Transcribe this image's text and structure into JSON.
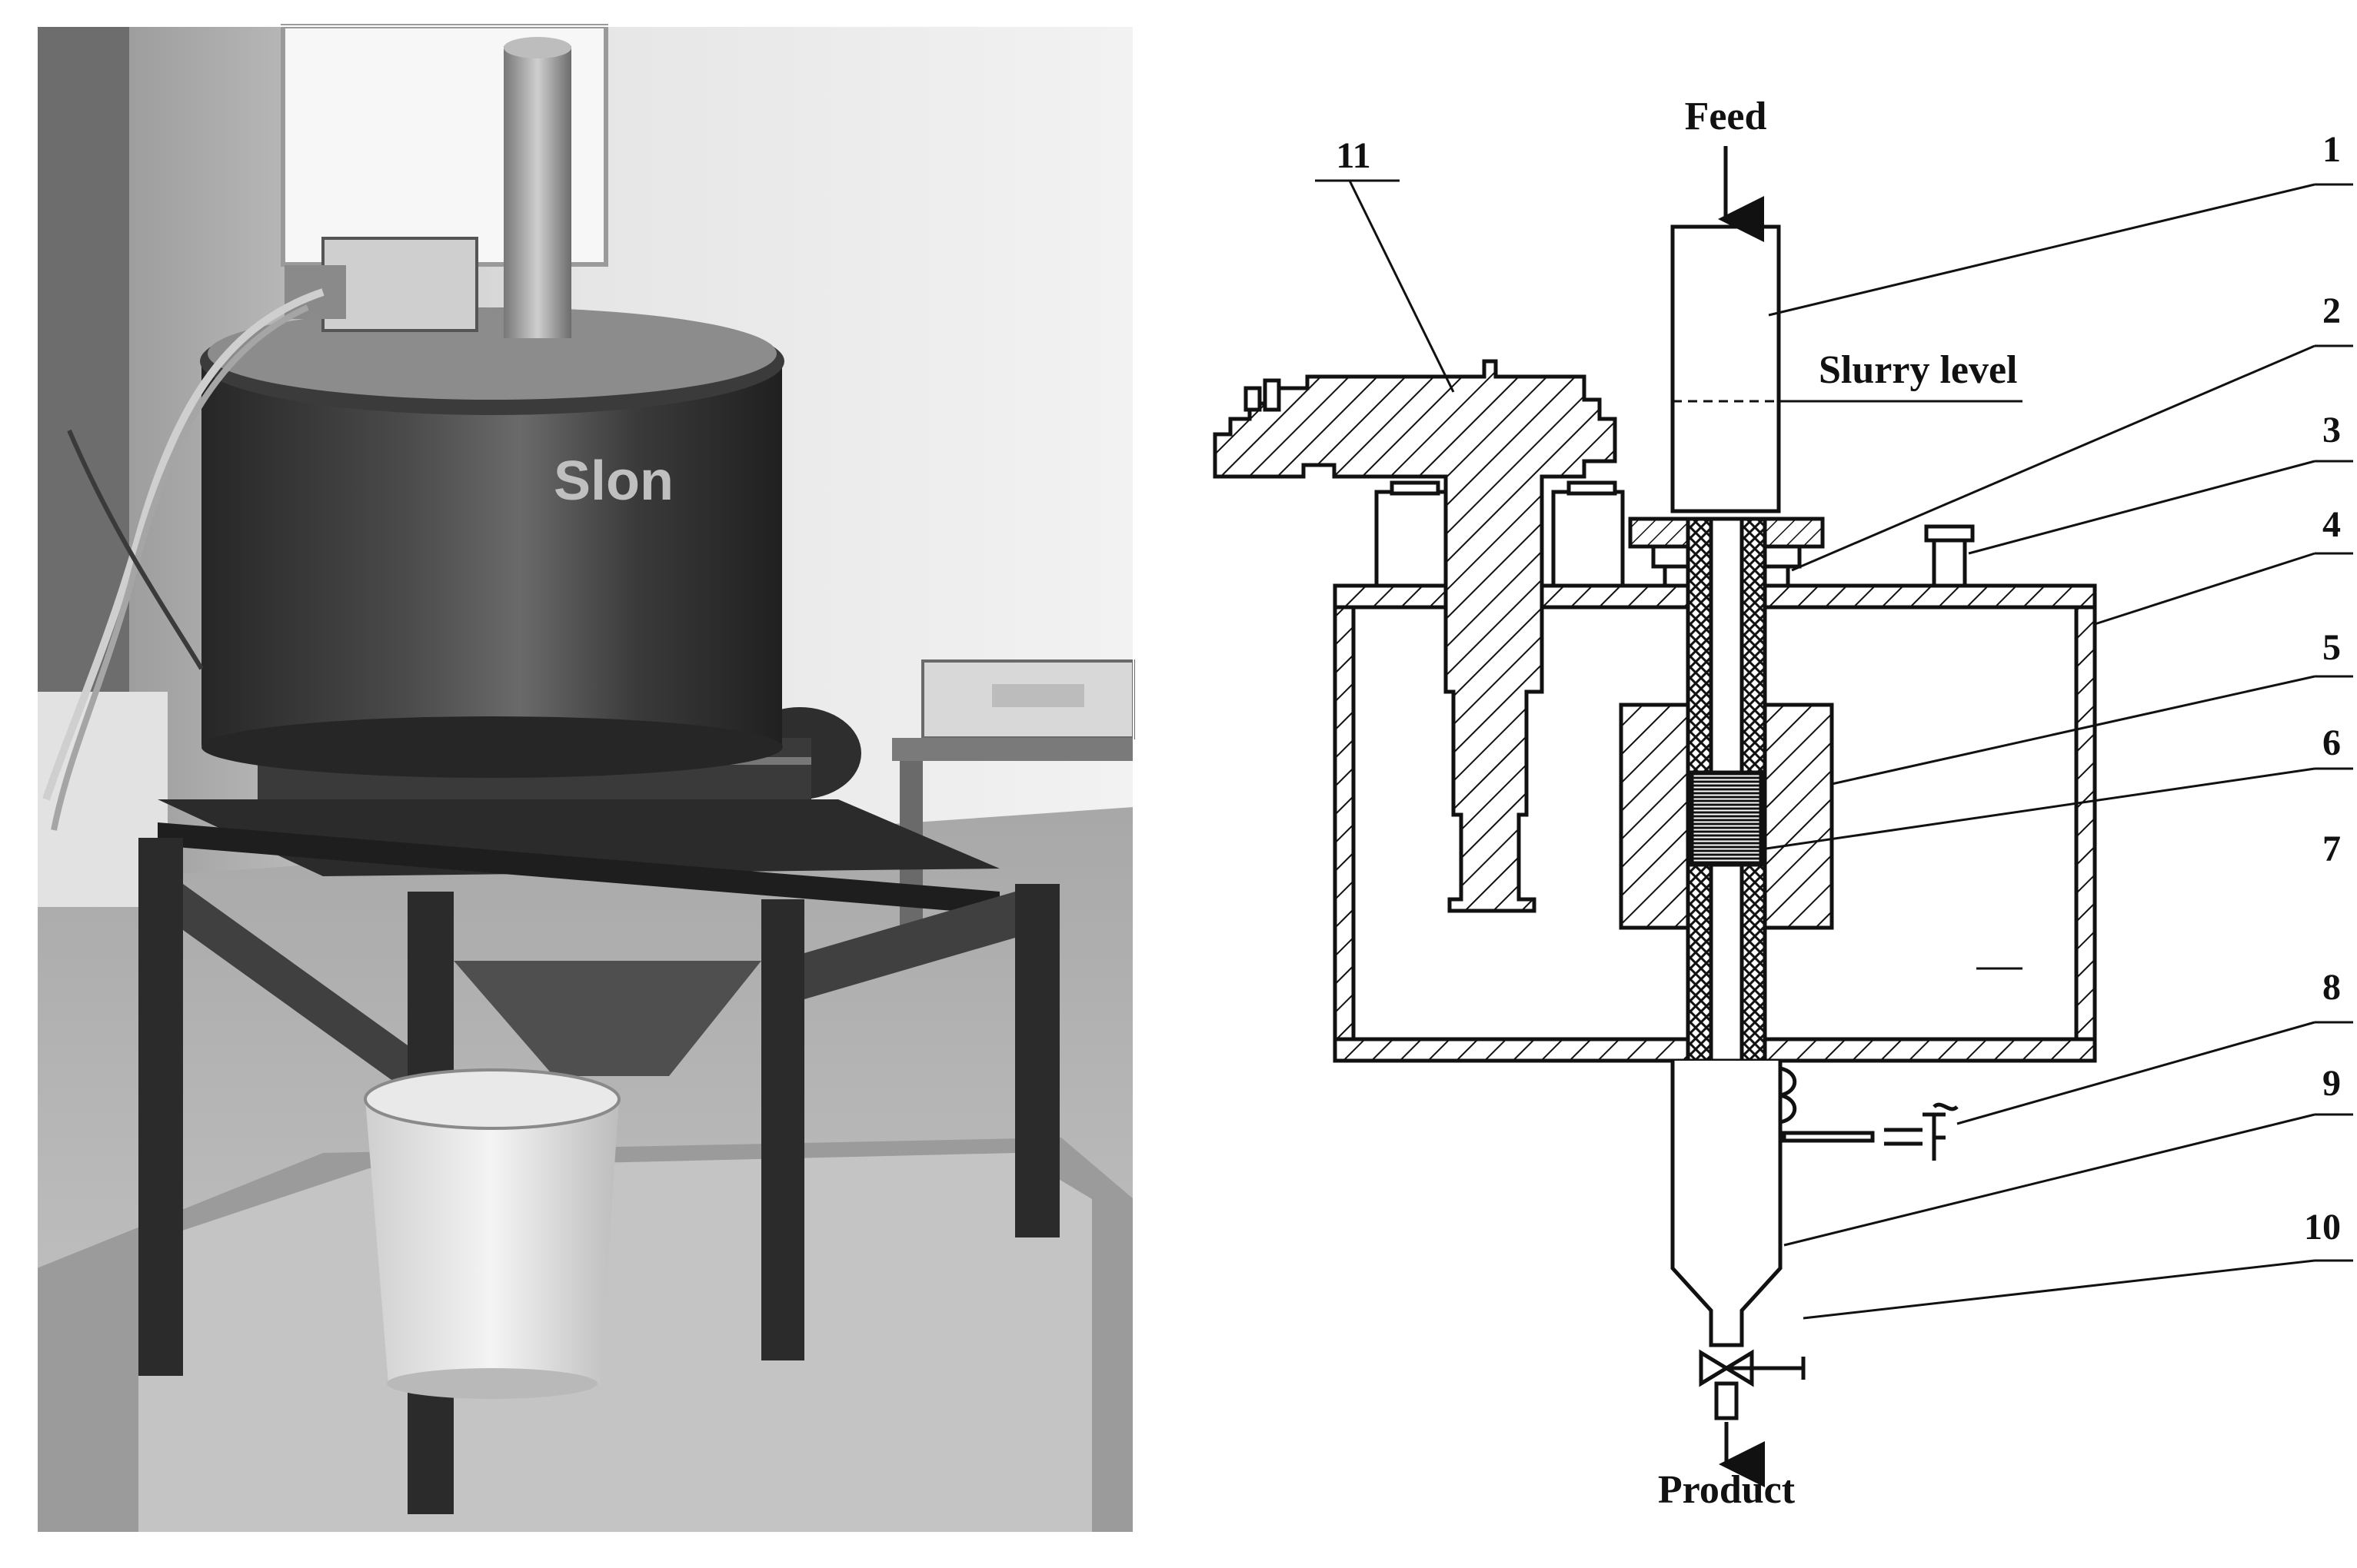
{
  "photo": {
    "description_icon": "photo-of-magnetic-separator",
    "logo_text": "Slon"
  },
  "diagram": {
    "flow_labels": {
      "feed": "Feed",
      "product": "Product",
      "slurry_level": "Slurry level"
    },
    "part_numbers": [
      "1",
      "2",
      "3",
      "4",
      "5",
      "6",
      "7",
      "8",
      "9",
      "10",
      "11"
    ],
    "colors": {
      "line": "#111111",
      "paper": "#ffffff",
      "grey_photo": "#9a9a9a"
    }
  }
}
